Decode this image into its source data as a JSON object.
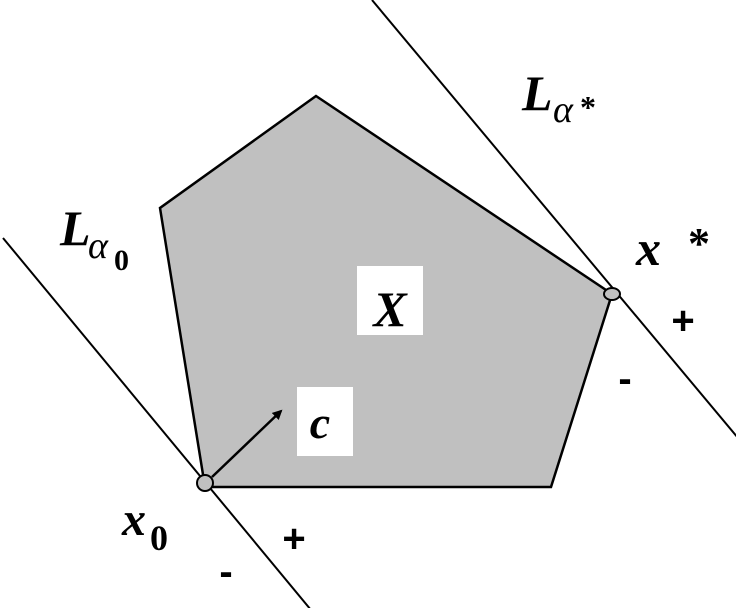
{
  "diagram": {
    "colors": {
      "region_fill": "#c0c0c0",
      "stroke": "#000000",
      "background": "#ffffff"
    },
    "region_label": "X",
    "vector_label": "c",
    "line_initial": {
      "main": "L",
      "sub": "α",
      "subsub": "0"
    },
    "line_optimal": {
      "main": "L",
      "sub": "α",
      "subsub": "*"
    },
    "point_initial": {
      "main": "x",
      "sub": "0",
      "plus": "+",
      "minus": "-"
    },
    "point_optimal": {
      "main": "x",
      "sup": "*",
      "plus": "+",
      "minus": "-"
    }
  }
}
